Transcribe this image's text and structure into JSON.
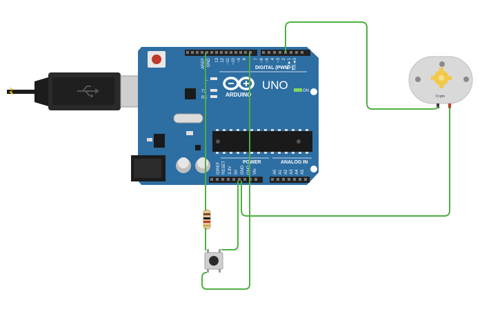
{
  "board": {
    "brand": "ARDUINO",
    "model": "UNO",
    "on_label": "ON",
    "l_label": "L",
    "tx_label": "TX",
    "rx_label": "RX",
    "digital_label": "DIGITAL (PWM~)",
    "power_label": "POWER",
    "analog_label": "ANALOG IN",
    "digital_pins": [
      "AREF",
      "GND",
      "13",
      "12",
      "~11",
      "~10",
      "~9",
      "8",
      "7",
      "~6",
      "~5",
      "4",
      "~3",
      "2",
      "TX►1",
      "RX◄0"
    ],
    "power_pins": [
      "IOREF",
      "RESET",
      "3.3V",
      "5V",
      "GND",
      "GND",
      "Vin"
    ],
    "analog_pins": [
      "A0",
      "A1",
      "A2",
      "A3",
      "A4",
      "A5"
    ]
  },
  "motor": {
    "speed_label": "0 rpm"
  },
  "colors": {
    "board": "#2d6ea3",
    "wire": "#4caf3f",
    "usb": "#1c1c1c"
  }
}
